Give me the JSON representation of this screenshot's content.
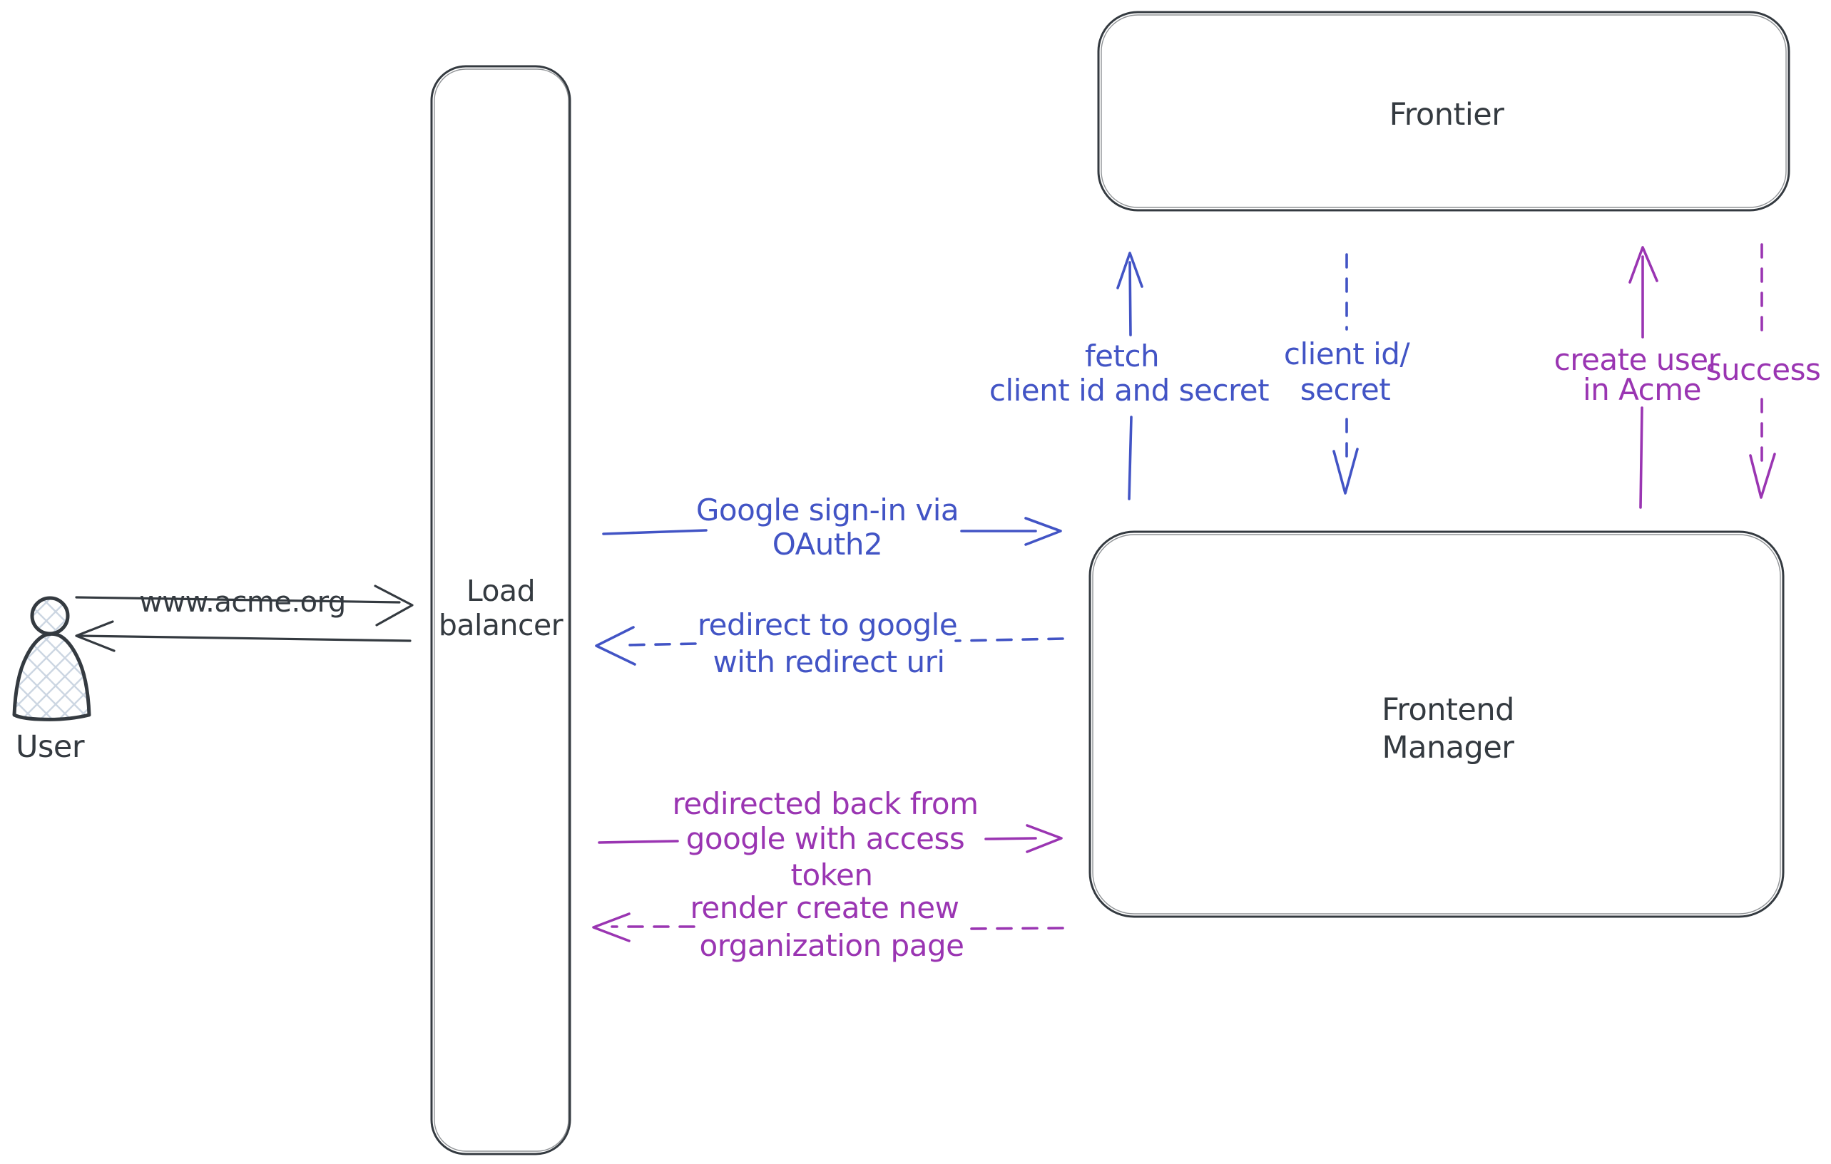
{
  "colors": {
    "ink": "#343a40",
    "blue": "#4254c5",
    "purple": "#9a35b2",
    "hatch": "#ccd6e2",
    "background": "#ffffff"
  },
  "icons": {
    "user": "person-silhouette-icon"
  },
  "nodes": {
    "user": {
      "label": "User"
    },
    "load_balancer": {
      "label_lines": [
        "Load",
        "balancer"
      ]
    },
    "frontier": {
      "label": "Frontier"
    },
    "frontend_manager": {
      "label_lines": [
        "Frontend",
        "Manager"
      ]
    }
  },
  "edges": {
    "user_request": {
      "label": "www.acme.org",
      "style": "solid",
      "color": "ink",
      "from": "User",
      "to": "Load balancer"
    },
    "response_to_user": {
      "style": "solid",
      "color": "ink",
      "from": "Load balancer",
      "to": "User"
    },
    "google_signin": {
      "label_lines": [
        "Google sign-in via",
        "OAuth2"
      ],
      "style": "solid",
      "color": "blue",
      "from": "Load balancer",
      "to": "Frontend Manager"
    },
    "redirect_to_google": {
      "label_lines": [
        "redirect to google",
        "with redirect uri"
      ],
      "style": "dashed",
      "color": "blue",
      "from": "Frontend Manager",
      "to": "Load balancer"
    },
    "redirected_back": {
      "label_lines": [
        "redirected back from",
        "google with access",
        "token"
      ],
      "style": "solid",
      "color": "purple",
      "from": "Load balancer",
      "to": "Frontend Manager"
    },
    "render_org_page": {
      "label_lines": [
        "render create new",
        "organization page"
      ],
      "style": "dashed",
      "color": "purple",
      "from": "Frontend Manager",
      "to": "Load balancer"
    },
    "fetch_client": {
      "label_lines": [
        "fetch",
        "client id and secret"
      ],
      "style": "solid",
      "color": "blue",
      "from": "Frontend Manager",
      "to": "Frontier"
    },
    "client_id_secret": {
      "label_lines": [
        "client id/",
        "secret"
      ],
      "style": "dashed",
      "color": "blue",
      "from": "Frontier",
      "to": "Frontend Manager"
    },
    "create_user": {
      "label_lines": [
        "create user",
        "in Acme"
      ],
      "style": "solid",
      "color": "purple",
      "from": "Frontend Manager",
      "to": "Frontier"
    },
    "success": {
      "label": "success",
      "style": "dashed",
      "color": "purple",
      "from": "Frontier",
      "to": "Frontend Manager"
    }
  }
}
